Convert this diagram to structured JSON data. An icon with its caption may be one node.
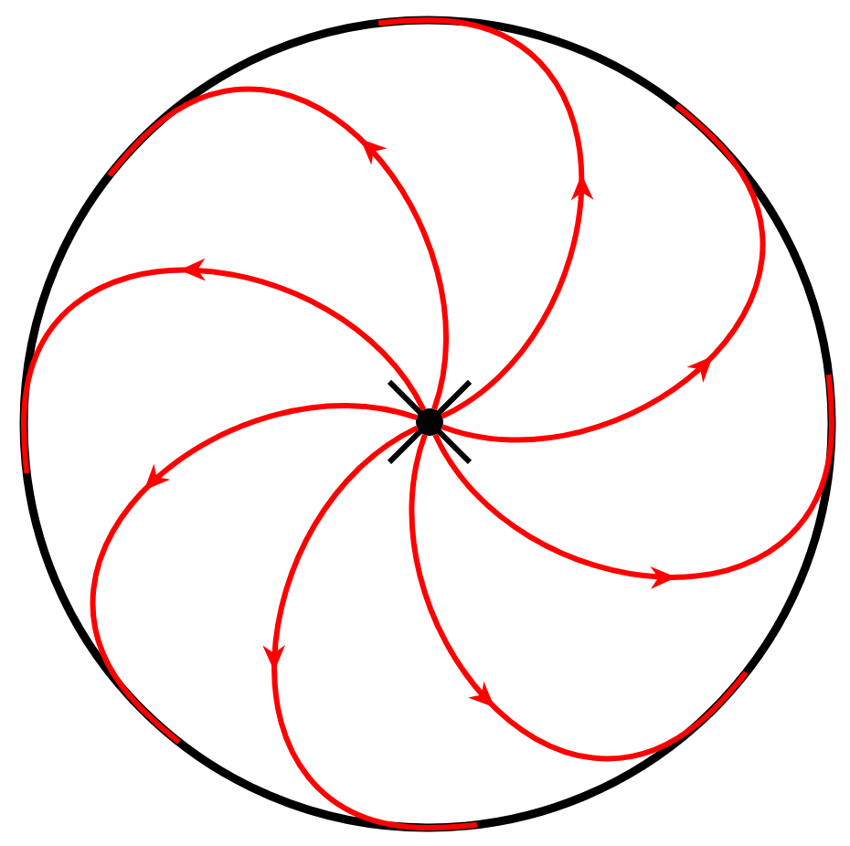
{
  "diagram": {
    "nodes": [
      {
        "text": [],
        "shape": "circle"
      },
      {
        "text": [],
        "shape": "circle",
        "in": 0
      }
    ],
    "edges": [
      {
        "from": 1,
        "to": 0,
        "arrow": "to"
      },
      {
        "from": 1,
        "to": 0,
        "arrow": "to"
      },
      {
        "from": 1,
        "to": 0,
        "arrow": "to"
      },
      {
        "from": 1,
        "to": 0,
        "arrow": "to"
      },
      {
        "from": 1,
        "to": 0,
        "arrow": "to"
      },
      {
        "from": 1,
        "to": 0,
        "arrow": "to"
      },
      {
        "from": 1,
        "to": 0,
        "arrow": "to"
      },
      {
        "from": 1,
        "to": 0,
        "arrow": "to"
      }
    ]
  }
}
